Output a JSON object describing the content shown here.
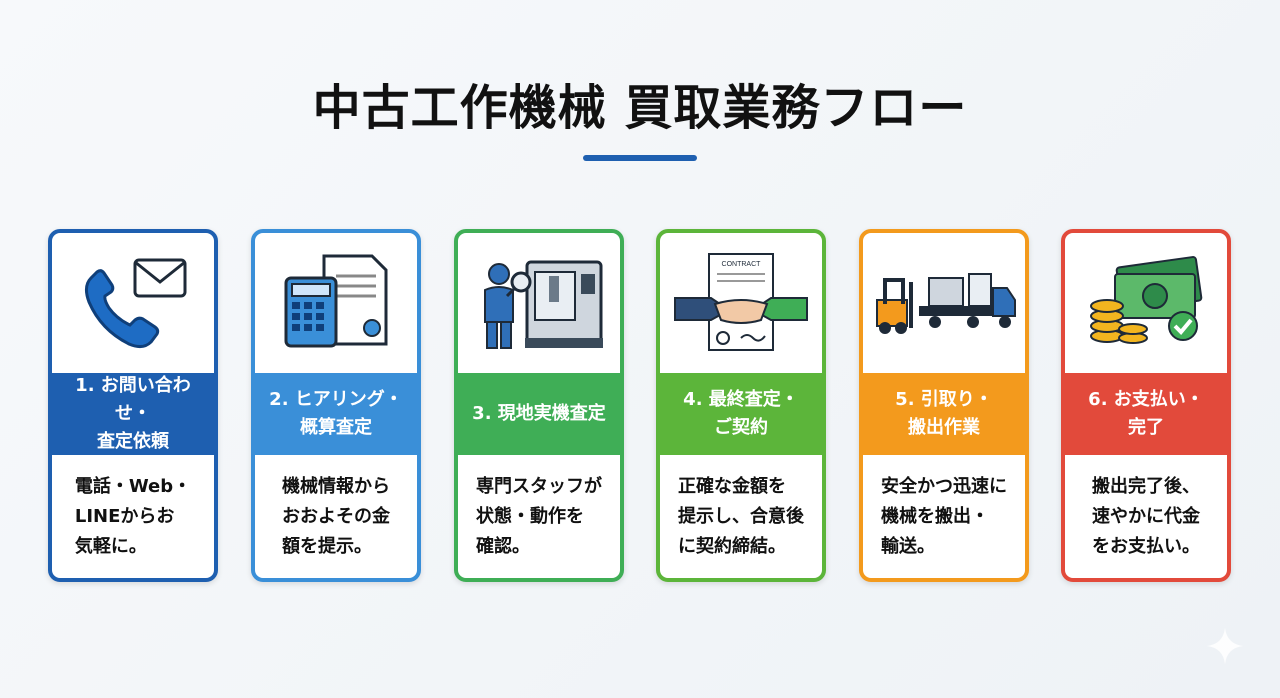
{
  "title": "中古工作機械 買取業務フロー",
  "colors": {
    "accent": "#1e5fb0",
    "step1": "#1e5fb0",
    "step2": "#3a8fd8",
    "step3": "#3fae56",
    "step4": "#5cb53a",
    "step5": "#f39a1d",
    "step6": "#e24a3b",
    "arrow": "#1e6cc4"
  },
  "steps": [
    {
      "label": "1. お問い合わせ・\n査定依頼",
      "desc": "電話・Web・\nLINEからお\n気軽に。",
      "icon": "phone-mail-icon"
    },
    {
      "label": "2. ヒアリング・\n概算査定",
      "desc": "機械情報から\nおおよその金\n額を提示。",
      "icon": "calculator-document-icon"
    },
    {
      "label": "3. 現地実機査定",
      "desc": "専門スタッフが\n状態・動作を\n確認。",
      "icon": "inspector-machine-icon"
    },
    {
      "label": "4. 最終査定・\nご契約",
      "desc": "正確な金額を\n提示し、合意後\nに契約締結。",
      "icon": "contract-handshake-icon"
    },
    {
      "label": "5. 引取り・\n搬出作業",
      "desc": "安全かつ迅速に\n機械を搬出・\n輸送。",
      "icon": "forklift-truck-icon"
    },
    {
      "label": "6. お支払い・\n完了",
      "desc": "搬出完了後、\n速やかに代金\nをお支払い。",
      "icon": "money-check-icon"
    }
  ],
  "contract_text": "CONTRACT"
}
